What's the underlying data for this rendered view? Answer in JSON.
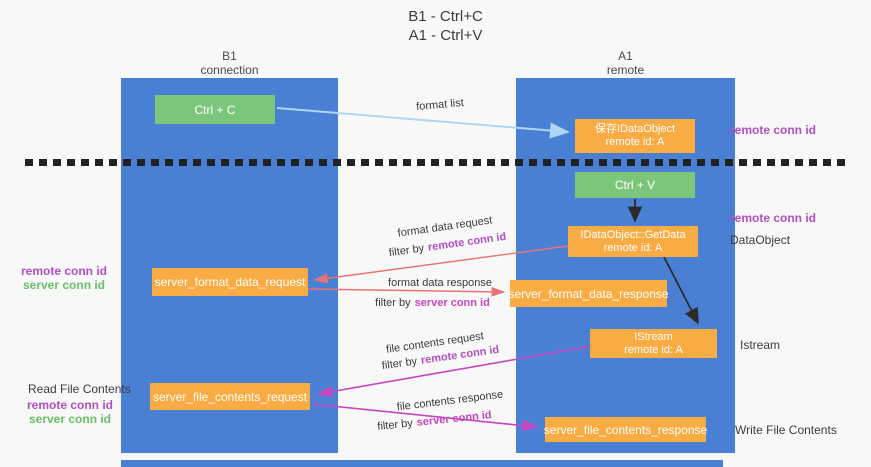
{
  "title": {
    "line1": "B1 - Ctrl+C",
    "line2": "A1 - Ctrl+V"
  },
  "columns": {
    "left": {
      "name": "B1",
      "role": "connection"
    },
    "right": {
      "name": "A1",
      "role": "remote"
    }
  },
  "boxes": {
    "ctrl_c": "Ctrl + C",
    "ctrl_v": "Ctrl + V",
    "save_dataobject_line1": "保存IDataObject",
    "save_dataobject_line2": "remote id: A",
    "getdata_line1": "IDataObject::GetData",
    "getdata_line2": "remote id: A",
    "istream_line1": "IStream",
    "istream_line2": "remote id: A",
    "format_request": "server_format_data_request",
    "format_response": "server_format_data_response",
    "file_request": "server_file_contents_request",
    "file_response": "server_file_contents_response"
  },
  "arrow_labels": {
    "format_list": "format list",
    "format_data_request": "format data request",
    "format_data_response": "format data response",
    "file_contents_request": "file contents request",
    "file_contents_response": "file contents response",
    "filter_by": "filter by",
    "remote_conn_id": "remote conn id",
    "server_conn_id": "server conn id"
  },
  "side_labels": {
    "right_remote_conn_id_top": "remote conn id",
    "right_remote_conn_id_mid": "remote conn id",
    "dataobject": "DataObject",
    "istream": "Istream",
    "write_file_contents": "Write File Contents",
    "left_remote_conn_id_top": "remote conn id",
    "left_server_conn_id_top": "server conn id",
    "read_file_contents": "Read File Contents",
    "left_remote_conn_id_bottom": "remote conn id",
    "left_server_conn_id_bottom": "server conn id"
  },
  "colors": {
    "bg": "#f8f8f9",
    "column_blue": "#4a80d4",
    "box_orange": "#f9ab44",
    "box_green": "#7cc67c",
    "arrow_lightblue": "#aed7f2",
    "arrow_red": "#e97373",
    "arrow_magenta": "#c645c0",
    "arrow_black": "#2b2b2b",
    "label_purple": "#b14fc0",
    "label_green": "#6abf69"
  }
}
